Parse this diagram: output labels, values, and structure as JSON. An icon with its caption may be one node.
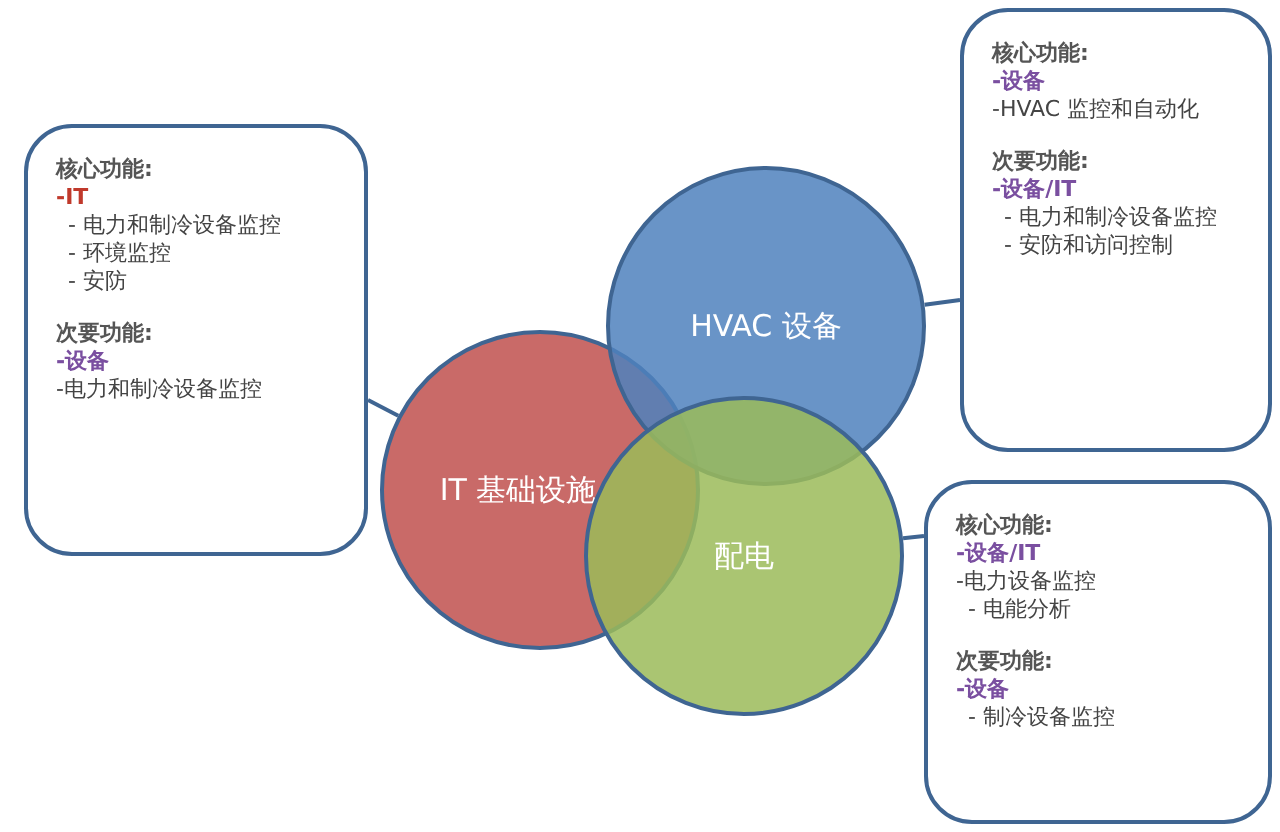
{
  "diagram": {
    "nodes": [
      {
        "text": [
          "IT 基础设施"
        ]
      },
      {
        "text": [
          "HVAC 设备"
        ]
      },
      {
        "text": [
          "配电"
        ]
      },
      {
        "text": [
          "核心功能:",
          "-IT",
          "- 电力和制冷设备监控",
          "- 环境监控",
          "- 安防",
          "次要功能:",
          "-设备",
          "-电力和制冷设备监控"
        ]
      },
      {
        "text": [
          "核心功能:",
          "-设备",
          "-HVAC 监控和自动化",
          "次要功能:",
          "-设备/IT",
          "- 电力和制冷设备监控",
          "- 安防和访问控制"
        ]
      },
      {
        "text": [
          "核心功能:",
          "-设备/IT",
          "-电力设备监控",
          "- 电能分析",
          "次要功能:",
          "-设备",
          "- 制冷设备监控"
        ]
      }
    ],
    "edges": [
      {
        "from": 3,
        "to": 0,
        "arrow": "none"
      },
      {
        "from": 4,
        "to": 1,
        "arrow": "none"
      },
      {
        "from": 5,
        "to": 2,
        "arrow": "none"
      }
    ]
  }
}
